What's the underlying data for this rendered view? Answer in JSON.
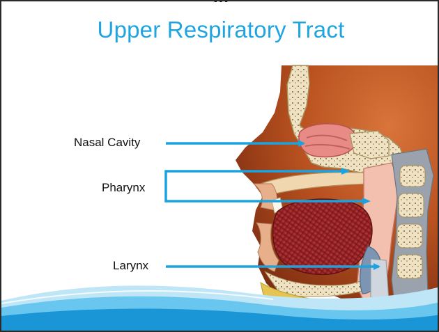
{
  "slide": {
    "header_cut": "…",
    "title": "Upper Respiratory Tract"
  },
  "labels": {
    "nasal_cavity": "Nasal Cavity",
    "pharynx": "Pharynx",
    "larynx": "Larynx"
  },
  "colors": {
    "title": "#1fa4e0",
    "arrow": "#1ba3df",
    "wave_light": "#bfe6f7",
    "wave_mid": "#69c6ee",
    "wave_dark": "#1a95d6"
  }
}
